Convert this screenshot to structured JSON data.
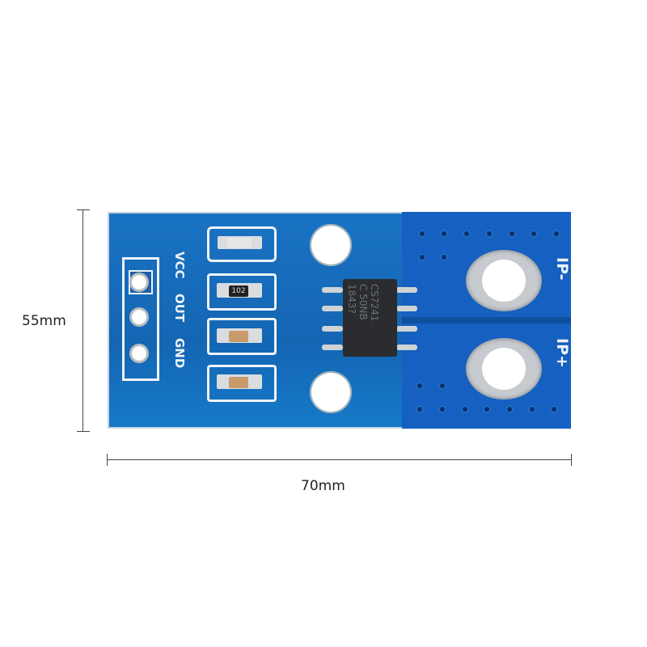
{
  "dimensions": {
    "height_label": "55mm",
    "width_label": "70mm"
  },
  "board": {
    "header_pins": [
      "VCC",
      "OUT",
      "GND"
    ],
    "chip_marking": [
      "CS7241",
      "C 50NB",
      "1843?"
    ],
    "resistor_marking": "102",
    "terminals": [
      "IP-",
      "IP+"
    ],
    "colors": {
      "pcb": "#1466b3",
      "silkscreen": "#eef3f7",
      "chip": "#2a2c2f"
    }
  }
}
